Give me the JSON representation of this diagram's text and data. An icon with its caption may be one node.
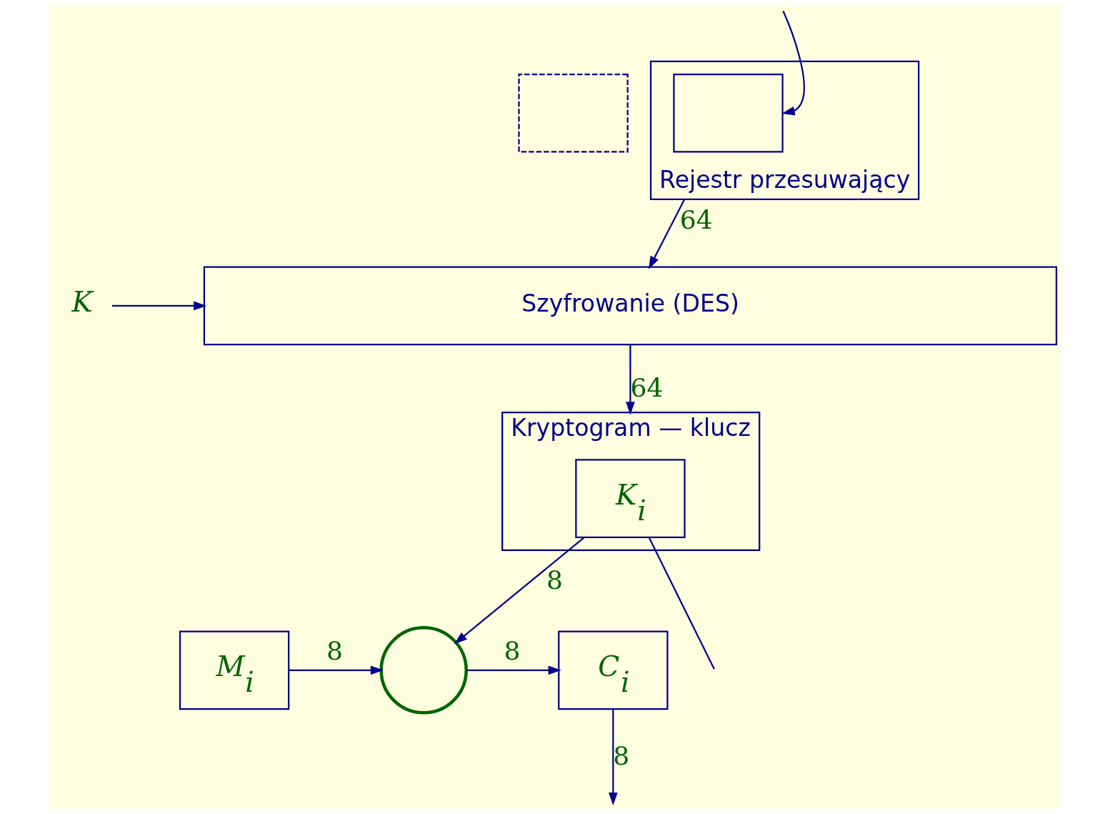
{
  "diagram": {
    "nodes": [
      {
        "text": [
          "Rejestr przesuwający"
        ]
      },
      {
        "text": [],
        "shape": "box",
        "in": 0
      },
      {
        "text": [],
        "shape": "box"
      },
      {
        "text": [
          "Szyfrowanie (DES)"
        ]
      },
      {
        "text": [
          "K"
        ]
      },
      {
        "text": [
          "Kryptogram — klucz"
        ]
      },
      {
        "text": [
          "K$_{i}$"
        ],
        "in": 5
      },
      {
        "text": [
          "M$_{i}$"
        ]
      },
      {
        "text": [],
        "shape": "circle"
      },
      {
        "text": [
          "C$_{i}$"
        ]
      }
    ],
    "edges": [
      {
        "from": null,
        "to": 1,
        "arrow": "to"
      },
      {
        "from": 0,
        "to": 3,
        "label": "64",
        "arrow": "to"
      },
      {
        "from": 4,
        "to": 3,
        "arrow": "to"
      },
      {
        "from": 3,
        "to": 5,
        "label": "64",
        "arrow": "to"
      },
      {
        "from": 6,
        "to": 8,
        "label": "8",
        "arrow": "to"
      },
      {
        "from": 6,
        "to": null,
        "arrow": "none"
      },
      {
        "from": 7,
        "to": 8,
        "label": "8",
        "arrow": "to"
      },
      {
        "from": 8,
        "to": 9,
        "label": "8",
        "arrow": "to"
      },
      {
        "from": 9,
        "to": null,
        "label": "8",
        "arrow": "to"
      }
    ]
  }
}
